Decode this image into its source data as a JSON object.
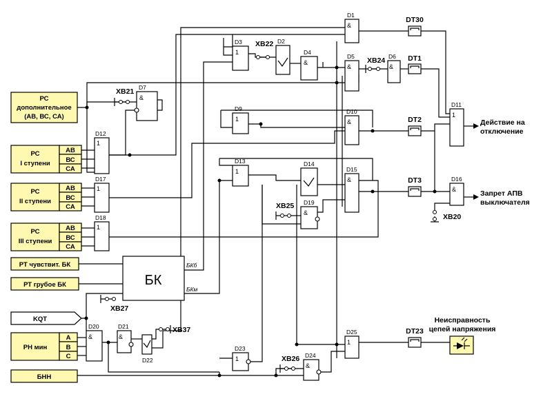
{
  "inputs": {
    "rs_add": {
      "line1": "РС",
      "line2": "дополнительное",
      "line3": "(АВ, ВС, СА)"
    },
    "rs1": {
      "line1": "РС",
      "line2": "I ступени",
      "phases": [
        "АВ",
        "ВС",
        "СА"
      ]
    },
    "rs2": {
      "line1": "РС",
      "line2": "II ступени",
      "phases": [
        "АВ",
        "ВС",
        "СА"
      ]
    },
    "rs3": {
      "line1": "РС",
      "line2": "III ступени",
      "phases": [
        "АВ",
        "ВС",
        "СА"
      ]
    },
    "rt_sens": "РТ чувствит. БК",
    "rt_rough": "РТ грубое БК",
    "kqt": "KQT",
    "rn_min": {
      "label": "РН мин",
      "phases": [
        "А",
        "В",
        "С"
      ]
    },
    "bnn": "БНН"
  },
  "bk": {
    "label": "БК",
    "out1": "БКб",
    "out2": "БКм"
  },
  "gates": {
    "d1": {
      "name": "D1",
      "sym": "&"
    },
    "d2": {
      "name": "D2"
    },
    "d3": {
      "name": "D3",
      "sym": "1"
    },
    "d4": {
      "name": "D4",
      "sym": "&"
    },
    "d5": {
      "name": "D5",
      "sym": "&"
    },
    "d6": {
      "name": "D6",
      "sym": "&"
    },
    "d7": {
      "name": "D7",
      "sym": "&"
    },
    "d9": {
      "name": "D9",
      "sym": "1"
    },
    "d10": {
      "name": "D10",
      "sym": "&"
    },
    "d11": {
      "name": "D11",
      "sym": "1"
    },
    "d12": {
      "name": "D12",
      "sym": "1"
    },
    "d13": {
      "name": "D13",
      "sym": "1"
    },
    "d14": {
      "name": "D14"
    },
    "d15": {
      "name": "D15",
      "sym": "&"
    },
    "d16": {
      "name": "D16",
      "sym": "&"
    },
    "d17": {
      "name": "D17",
      "sym": "1"
    },
    "d18": {
      "name": "D18",
      "sym": "1"
    },
    "d19": {
      "name": "D19",
      "sym": "&"
    },
    "d20": {
      "name": "D20",
      "sym": "&"
    },
    "d21": {
      "name": "D21",
      "sym": "&"
    },
    "d22": {
      "name": "D22"
    },
    "d23": {
      "name": "D23",
      "sym": "1"
    },
    "d24": {
      "name": "D24",
      "sym": "&"
    },
    "d25": {
      "name": "D25",
      "sym": "1"
    }
  },
  "timers": {
    "dt30": "DT30",
    "dt1": "DT1",
    "dt2": "DT2",
    "dt3": "DT3",
    "dt23": "DT23"
  },
  "jumpers": {
    "xb21": "XB21",
    "xb22": "XB22",
    "xb24": "XB24",
    "xb25": "XB25",
    "xb27": "XB27",
    "xb37": "XB37",
    "xb26": "XB26",
    "xb20": "XB20"
  },
  "outputs": {
    "trip": {
      "line1": "Действие на",
      "line2": "отключение"
    },
    "apv": {
      "line1": "Запрет АПВ",
      "line2": "выключателя"
    },
    "fault": {
      "line1": "Неисправность",
      "line2": "цепей напряжения"
    }
  }
}
